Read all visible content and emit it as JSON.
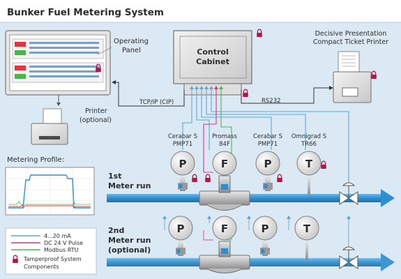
{
  "title": "Bunker Fuel Metering System",
  "operating_panel": {
    "label_line1": "Operating",
    "label_line2": "Panel"
  },
  "control_cabinet": {
    "label_line1": "Control",
    "label_line2": "Cabinet"
  },
  "ticket_printer": {
    "label_line1": "Decisive Presentation",
    "label_line2": "Compact Ticket Printer"
  },
  "printer": {
    "label_line1": "Printer",
    "label_line2": "(optional)"
  },
  "connections": {
    "tcp_ip": "TCP/IP (CIP)",
    "rs232": "RS232"
  },
  "metering_profile": {
    "label": "Metering Profile:"
  },
  "instruments": [
    {
      "name_line1": "Cerabar S",
      "name_line2": "PMP71",
      "symbol": "P"
    },
    {
      "name_line1": "Promass",
      "name_line2": "84F",
      "symbol": "F"
    },
    {
      "name_line1": "Cerabar S",
      "name_line2": "PMP71",
      "symbol": "P"
    },
    {
      "name_line1": "Omnigrad S",
      "name_line2": "TR66",
      "symbol": "T"
    }
  ],
  "meter_runs": [
    {
      "label_line1": "1st",
      "label_line2": "Meter run"
    },
    {
      "label_line1": "2nd",
      "label_line2": "Meter run",
      "label_line3": "(optional)"
    }
  ],
  "legend": {
    "items": [
      {
        "label": "4...20 mA",
        "color": "#5aa7de"
      },
      {
        "label": "DC 24 V Pulse",
        "color": "#d9338a"
      },
      {
        "label": "Modbus RTU",
        "color": "#4fb34f"
      }
    ],
    "lock_label_line1": "Tamperproof System",
    "lock_label_line2": "Components"
  },
  "colors": {
    "background": "#dbe9f4",
    "pipe": "#2e8fd0",
    "signal_blue": "#5aa7de",
    "signal_pink": "#d9338a",
    "signal_green": "#4fb34f",
    "lock": "#b3174a"
  }
}
